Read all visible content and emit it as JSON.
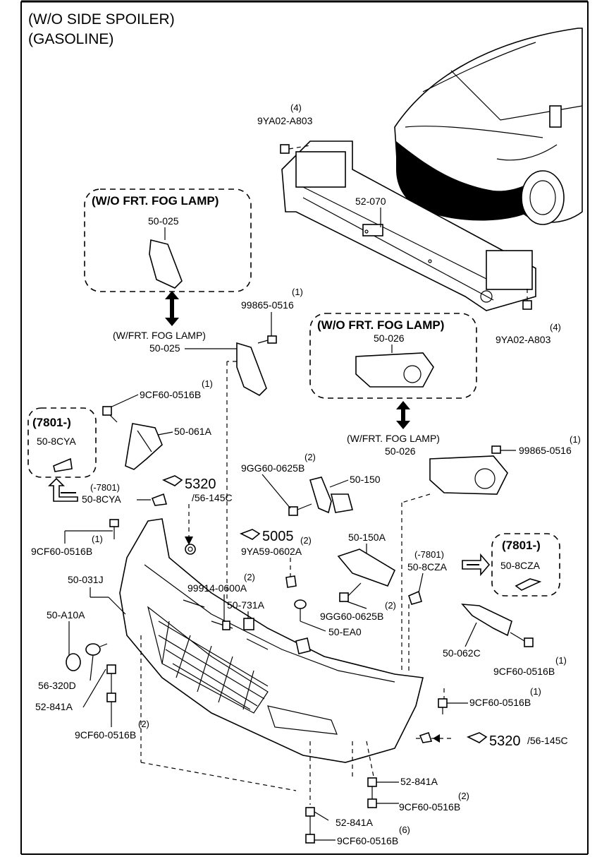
{
  "header": {
    "line1": "(W/O SIDE SPOILER)",
    "line2": "(GASOLINE)"
  },
  "boxes": {
    "fog_left_title": "(W/O FRT.  FOG LAMP)",
    "fog_left_part": "50-025",
    "fog_right_title": "(W/O FRT.  FOG LAMP)",
    "fog_right_part": "50-026",
    "y7801_left_title": "(7801-)",
    "y7801_left_part": "50-8CYA",
    "y7801_right_title": "(7801-)",
    "y7801_right_part": "50-8CZA"
  },
  "labels": {
    "bolt_top_qty": "(4)",
    "bolt_top": "9YA02-A803",
    "reinforcement": "52-070",
    "bolt_right_qty": "(4)",
    "bolt_right": "9YA02-A803",
    "screw_left_qty": "(1)",
    "screw_left": "99865-0516",
    "wfog_left_cond": "(W/FRT.  FOG LAMP)",
    "wfog_left_part": "50-025",
    "screw_061_qty": "(1)",
    "screw_061": "9CF60-0516B",
    "bracket_061": "50-061A",
    "wfog_right_cond": "(W/FRT.  FOG LAMP)",
    "wfog_right_part": "50-026",
    "screw_right_qty": "(1)",
    "screw_right": "99865-0516",
    "bolt_150_qty": "(2)",
    "bolt_150": "9GG60-0625B",
    "part_150": "50-150",
    "ref_5320_a": "5320",
    "ref_56_145c_a": "/56-145C",
    "cya_old": "(-7801)",
    "cya_part": "50-8CYA",
    "screw_cya_qty": "(1)",
    "screw_cya": "9CF60-0516B",
    "ref_5005": "5005",
    "clip_qty": "(2)",
    "clip": "9YA59-0602A",
    "bracket_150a": "50-150A",
    "cza_old": "(-7801)",
    "cza_part": "50-8CZA",
    "bumper": "50-031J",
    "fastener_99914_qty": "(2)",
    "fastener_99914": "99914-0600A",
    "part_731a": "50-731A",
    "bolt_150a_qty": "(2)",
    "bolt_150a": "9GG60-0625B",
    "part_ea0": "50-EA0",
    "cap_a10a": "50-A10A",
    "bracket_062c": "50-062C",
    "screw_062c_qty": "(1)",
    "screw_062c": "9CF60-0516B",
    "hook_320d": "56-320D",
    "nut_841a_left": "52-841A",
    "screw_841_left_qty": "(2)",
    "screw_841_left": "9CF60-0516B",
    "screw_right_lower_qty": "(1)",
    "screw_right_lower": "9CF60-0516B",
    "ref_5320_b": "5320",
    "ref_56_145c_b": "/56-145C",
    "nut_841a_mid": "52-841A",
    "screw_mid_qty": "(2)",
    "screw_mid": "9CF60-0516B",
    "nut_841a_bottom": "52-841A",
    "screw_bottom_qty": "(6)",
    "screw_bottom": "9CF60-0516B"
  }
}
